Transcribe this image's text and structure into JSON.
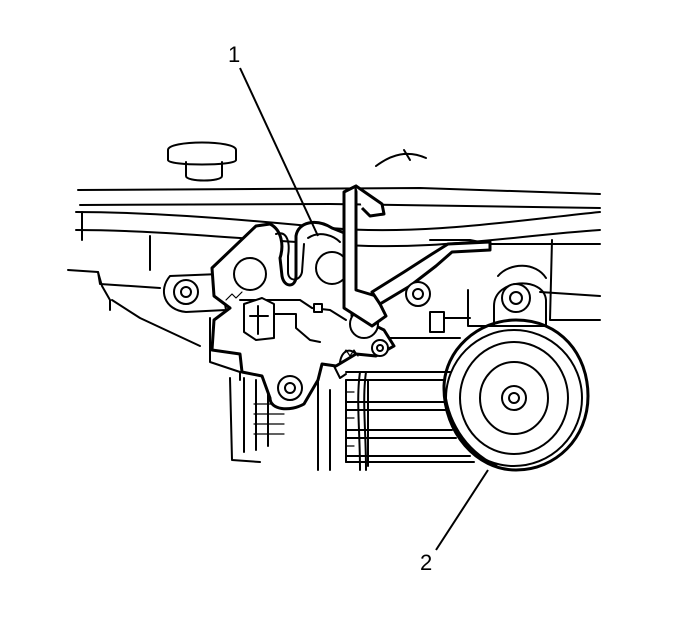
{
  "diagram": {
    "callouts": [
      {
        "id": "1",
        "label": "1"
      },
      {
        "id": "2",
        "label": "2"
      }
    ]
  }
}
